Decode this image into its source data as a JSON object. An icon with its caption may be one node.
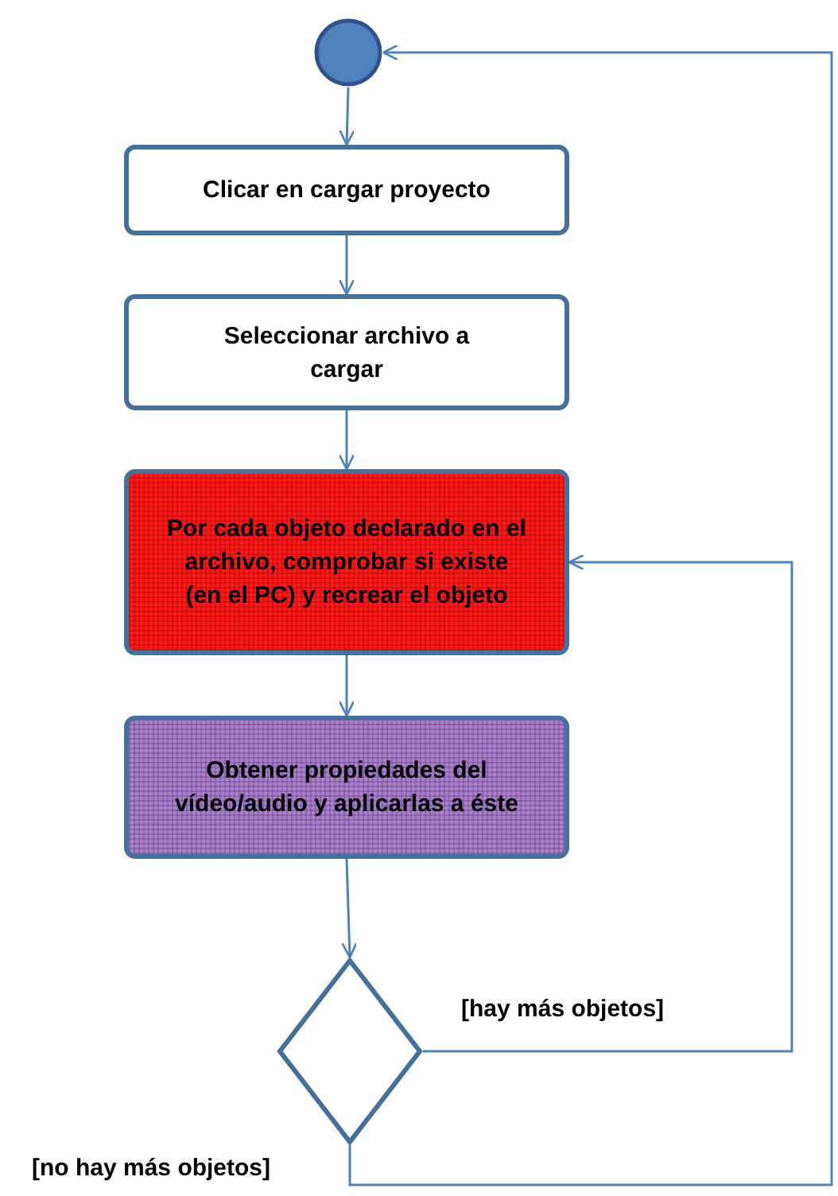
{
  "diagram": {
    "nodes": [
      {
        "text": [],
        "shape": "circle"
      },
      {
        "text": [
          "Clicar en cargar proyecto"
        ]
      },
      {
        "text": [
          "Seleccionar archivo a cargar"
        ]
      },
      {
        "text": [
          "Por cada objeto declarado en el archivo, comprobar si existe (en el PC) y recrear el objeto"
        ]
      },
      {
        "text": [
          "Obtener propiedades  del vídeo/audio y aplicarlas a éste"
        ]
      },
      {
        "text": [],
        "shape": "diamond"
      }
    ],
    "edges": [
      {
        "from": 0,
        "to": 1,
        "arrow": "to"
      },
      {
        "from": 1,
        "to": 2,
        "arrow": "to"
      },
      {
        "from": 2,
        "to": 3,
        "arrow": "to"
      },
      {
        "from": 3,
        "to": 4,
        "arrow": "to"
      },
      {
        "from": 4,
        "to": 5,
        "arrow": "to"
      },
      {
        "from": 5,
        "to": 3,
        "arrow": "to",
        "label": "[hay más objetos]"
      },
      {
        "from": 5,
        "to": 0,
        "arrow": "to",
        "label": "[no hay más objetos]"
      }
    ]
  }
}
